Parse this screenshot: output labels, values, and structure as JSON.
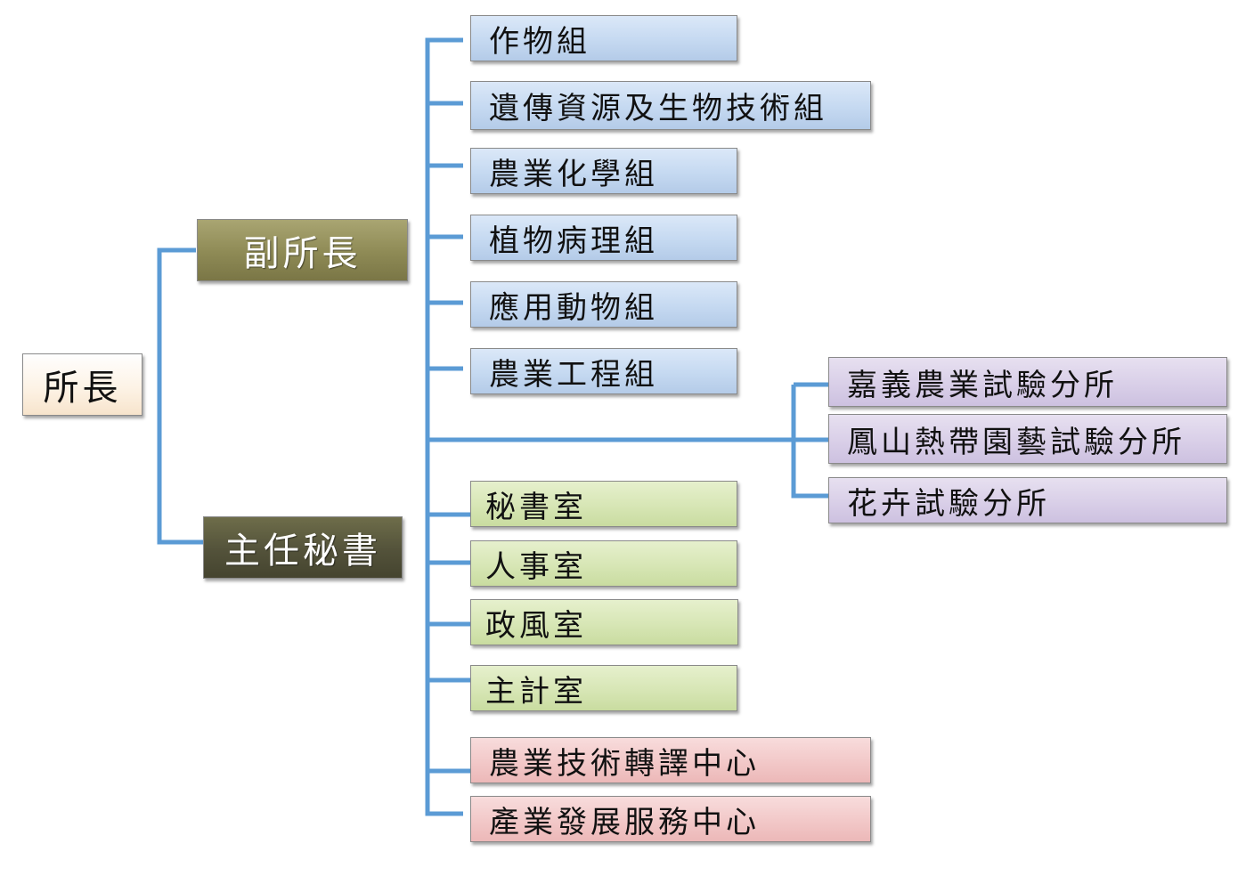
{
  "colors": {
    "connector": "#5b9bd5",
    "director_fill": "#fdf3e6",
    "deputy_fill": "#8e8a55",
    "secretary_fill": "#53523a",
    "division_fill": "#c5d9f1",
    "branch_fill": "#d9cfe8",
    "office_fill": "#d7e6b5",
    "center_fill": "#f2c8c8"
  },
  "director": {
    "label": "所長"
  },
  "deputy": {
    "label": "副所長"
  },
  "secretary": {
    "label": "主任秘書"
  },
  "divisions": [
    {
      "label": "作物組"
    },
    {
      "label": "遺傳資源及生物技術組"
    },
    {
      "label": "農業化學組"
    },
    {
      "label": "植物病理組"
    },
    {
      "label": "應用動物組"
    },
    {
      "label": "農業工程組"
    }
  ],
  "branches": [
    {
      "label": "嘉義農業試驗分所"
    },
    {
      "label": "鳳山熱帶園藝試驗分所"
    },
    {
      "label": "花卉試驗分所"
    }
  ],
  "offices": [
    {
      "label": "秘書室"
    },
    {
      "label": "人事室"
    },
    {
      "label": "政風室"
    },
    {
      "label": "主計室"
    }
  ],
  "centers": [
    {
      "label": "農業技術轉譯中心"
    },
    {
      "label": "產業發展服務中心"
    }
  ]
}
